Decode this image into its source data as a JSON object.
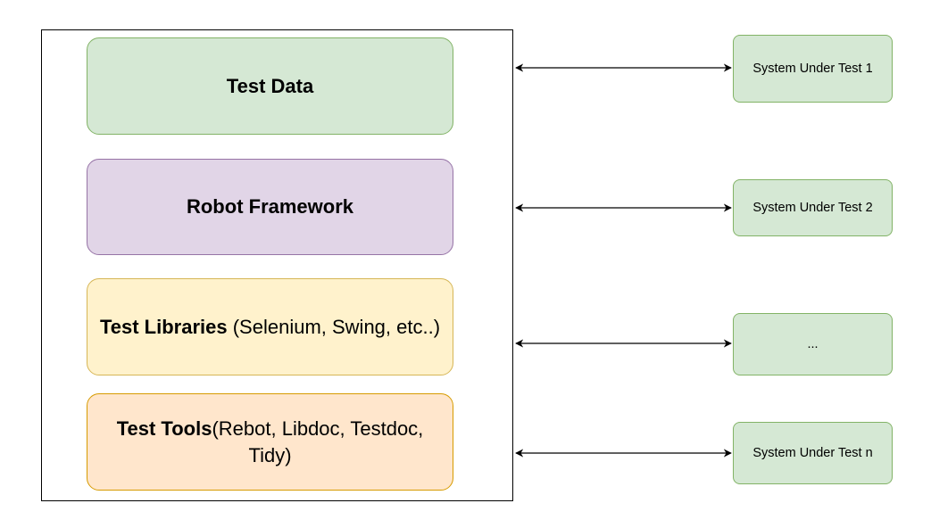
{
  "layers": [
    {
      "bold": "Test Data",
      "rest": ""
    },
    {
      "bold": "Robot Framework",
      "rest": ""
    },
    {
      "bold": "Test Libraries",
      "rest": " (Selenium, Swing, etc..)"
    },
    {
      "bold": "Test Tools",
      "rest": "(Rebot, Libdoc, Testdoc, Tidy)"
    }
  ],
  "systems": [
    {
      "label": "System Under Test 1"
    },
    {
      "label": "System Under Test 2"
    },
    {
      "label": "..."
    },
    {
      "label": "System Under Test n"
    }
  ],
  "colors": {
    "green_fill": "#d5e8d4",
    "green_stroke": "#82b366",
    "purple_fill": "#e1d5e7",
    "purple_stroke": "#9673a6",
    "yellow_fill": "#fff2cc",
    "yellow_stroke": "#d6b656",
    "orange_fill": "#ffe6cc",
    "orange_stroke": "#d79b00"
  }
}
